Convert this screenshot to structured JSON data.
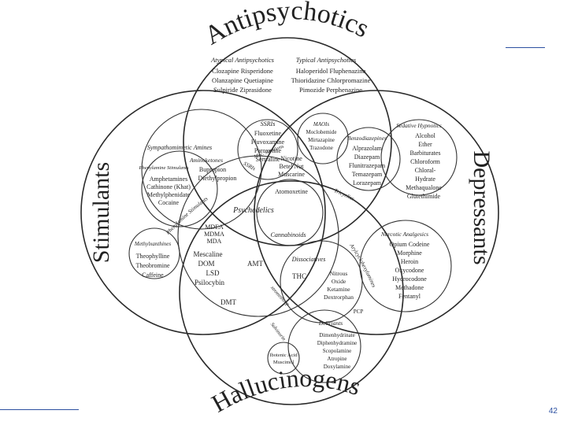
{
  "page_number": "42",
  "labels": {
    "antipsychotics": "Antipsychotics",
    "stimulants": "Stimulants",
    "depressants": "Depressants",
    "hallucinogens": "Hallucinogens"
  },
  "atypical": {
    "header": "Atypical Antipsychotics",
    "rows": [
      "Clozapine Risperidone",
      "Olanzapine Quetiapine",
      "Sulpiride Ziprasidone"
    ]
  },
  "typical": {
    "header": "Typical Antipsychotics",
    "rows": [
      "Haloperidol Fluphenazine",
      "Thioridazine Chlorpromazine",
      "Pimozide Perphenazine"
    ]
  },
  "ssris": {
    "header": "SSRIs",
    "items": [
      "Fluoxetine",
      "Fluvoxamine",
      "Paroxetine",
      "Sertraline"
    ]
  },
  "maoi": {
    "header": "MAOIs",
    "items": [
      "Moclobemide",
      "Mirtazapine",
      "Trazodone"
    ]
  },
  "tricyclics": {
    "header": "Tricyclics"
  },
  "sedative": {
    "header": "Sedative Hypnotics",
    "items": [
      "Alcohol",
      "Ether",
      "Barbiturates",
      "Chloroform",
      "Chloral-",
      "Hydrate",
      "Methaqualone",
      "Glutethimide"
    ]
  },
  "benzo": {
    "header": "Benzodiazepines",
    "items": [
      "Alprazolam",
      "Diazepam",
      "Flunitrazepam",
      "Temazepam",
      "Lorazepam"
    ]
  },
  "sympatho": {
    "header": "Sympathomimetic Amines"
  },
  "amino": {
    "header": "Aminoketones",
    "items": [
      "Bupropion",
      "Diethylpropion"
    ]
  },
  "phenyl": {
    "header": "Phenylamine Stimulants",
    "items": [
      "Amphetamines",
      "Cathinone (Khat)",
      "Methylphenidate",
      "Cocaine"
    ]
  },
  "misc_stim": {
    "header": "Misc. Stimulants",
    "items": [
      "Nicotine",
      "Betel Nut",
      "Muscarine"
    ]
  },
  "methylx": {
    "header": "Methylxanthines",
    "items": [
      "Theophylline",
      "Theobromine",
      "Caffeine"
    ]
  },
  "atomoxetine": "Atomoxetine",
  "psychedelics": "Psychedelics",
  "ecstasy": [
    "MDEA",
    "MDMA",
    "MDA"
  ],
  "hallucinogens_list": [
    "Mescaline",
    "DOM",
    "LSD",
    "Psilocybin"
  ],
  "amt": "AMT",
  "dmt": "DMT",
  "cannabinoids": "Cannabinoids",
  "thc": "THC",
  "dissociatives": {
    "header": "Dissociatives",
    "items": [
      "Nitrous",
      "Oxide",
      "Ketamine",
      "Dextrorphan"
    ]
  },
  "pcp": "PCP",
  "narcotic": {
    "header": "Narcotic Analgesics",
    "items": [
      "Opium Codeine",
      "Morphine",
      "Heroin",
      "Oxycodone",
      "Hydrocodone",
      "Methadone",
      "Fentanyl"
    ]
  },
  "deliriants": {
    "header": "Deliriants",
    "items": [
      "Dimenhydrinate",
      "Diphenhydramine",
      "Scopolamine",
      "Atropine",
      "Doxylamine"
    ]
  },
  "ibotenic": [
    "Ibotenic Acid",
    "Muscimol"
  ],
  "arcs": {
    "ssri_arc": "SSRIs",
    "tricyclic_arc": "Tricyclics",
    "amino_arc": "Aminoketones",
    "phenyl_arc": "Phenylamine Stimulants",
    "ecstasy_arc": "Ecstasy",
    "arylcyclo_arc": "Arylcyclohexylamines",
    "dextro_arc": "Dextromethorphan",
    "salvinorin_arc": "Salvinorin"
  }
}
